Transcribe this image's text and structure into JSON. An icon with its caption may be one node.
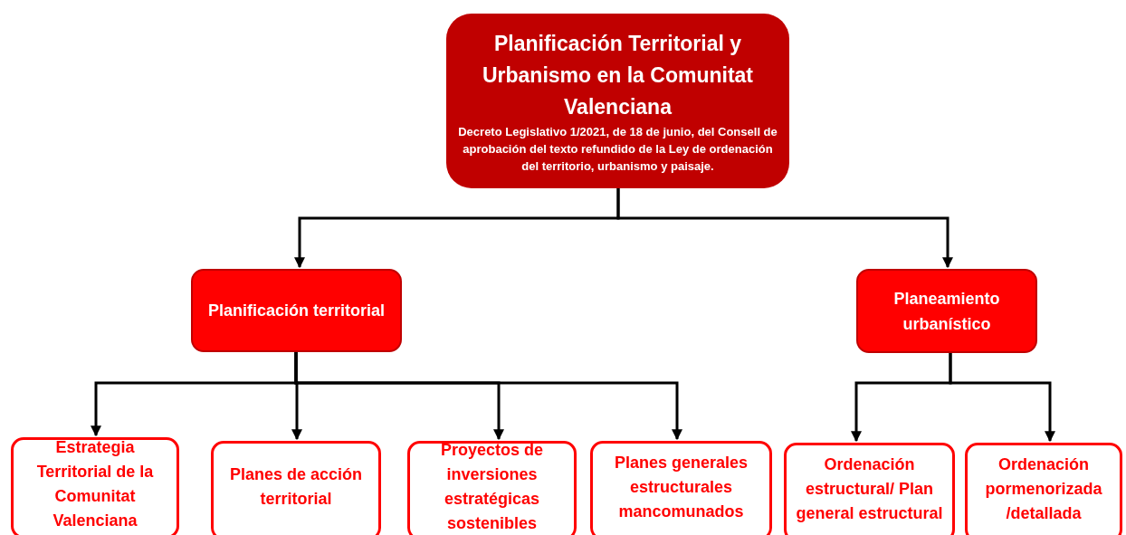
{
  "diagram": {
    "nodes": [
      {
        "text": [
          "Planificación Territorial y Urbanismo en la Comunitat Valenciana",
          "Decreto Legislativo 1/2021, de 18 de junio, del Consell de aprobación del texto refundido de la Ley de ordenación del territorio, urbanismo y paisaje."
        ]
      },
      {
        "text": [
          "Planificación territorial"
        ]
      },
      {
        "text": [
          "Planeamiento urbanístico"
        ]
      },
      {
        "text": [
          "Estrategia Territorial de la Comunitat Valenciana"
        ]
      },
      {
        "text": [
          "Planes de acción territorial"
        ]
      },
      {
        "text": [
          "Proyectos de inversiones estratégicas sostenibles"
        ]
      },
      {
        "text": [
          "Planes generales estructurales mancomunados"
        ]
      },
      {
        "text": [
          "Ordenación estructural/ Plan general estructural"
        ]
      },
      {
        "text": [
          "Ordenación pormenorizada /detallada"
        ]
      }
    ],
    "edges": [
      {
        "from": 0,
        "to": 1,
        "arrow": "to"
      },
      {
        "from": 0,
        "to": 2,
        "arrow": "to"
      },
      {
        "from": 1,
        "to": 3,
        "arrow": "to"
      },
      {
        "from": 1,
        "to": 4,
        "arrow": "to"
      },
      {
        "from": 1,
        "to": 5,
        "arrow": "to"
      },
      {
        "from": 1,
        "to": 6,
        "arrow": "to"
      },
      {
        "from": 2,
        "to": 7,
        "arrow": "to"
      },
      {
        "from": 2,
        "to": 8,
        "arrow": "to"
      }
    ]
  }
}
